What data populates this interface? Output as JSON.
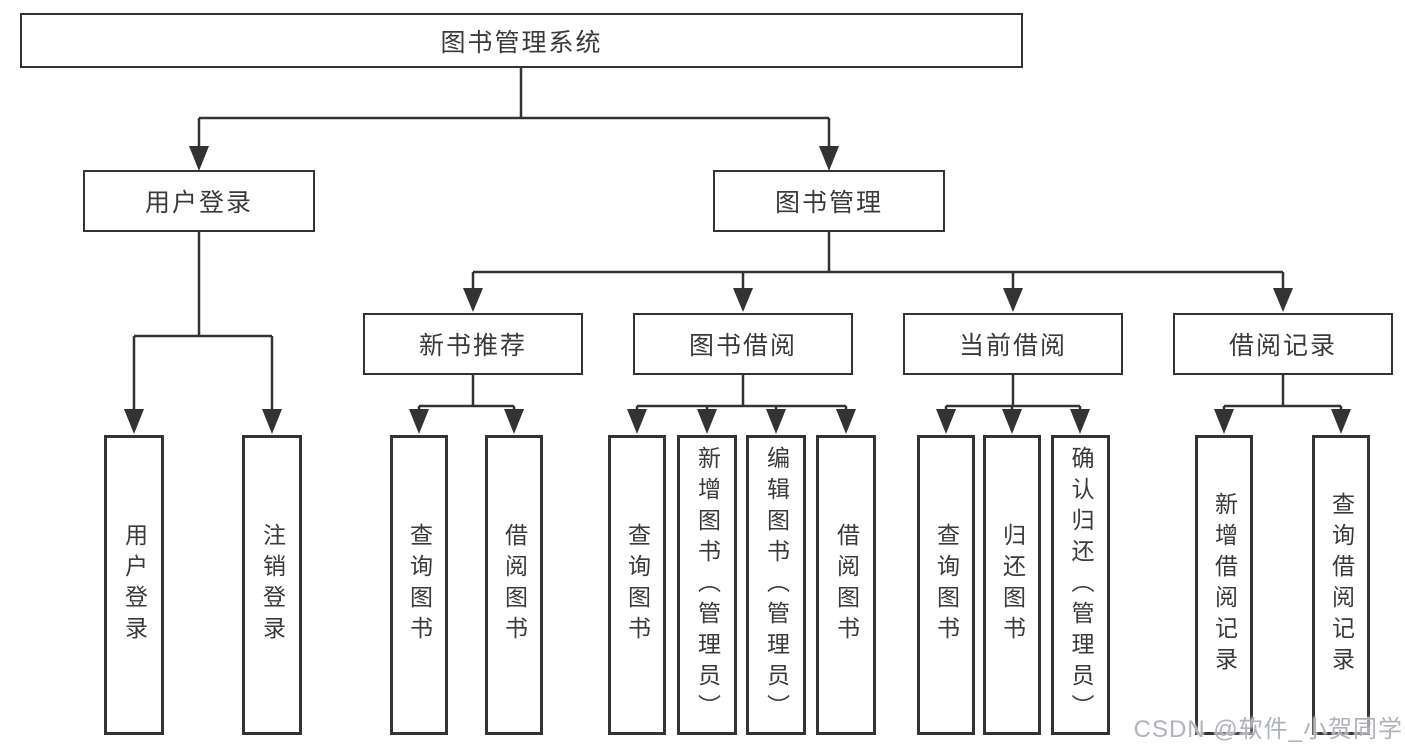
{
  "diagram": {
    "title": "图书管理系统",
    "watermark": "CSDN @软件_小贺同学",
    "colors": {
      "line": "#333333",
      "text": "#3a3a3a",
      "box_background": "#ffffff",
      "watermark": "#a8adb3"
    },
    "root": {
      "label": "图书管理系统"
    },
    "level2": [
      {
        "id": "user-login-group",
        "label": "用户登录",
        "parent": "图书管理系统"
      },
      {
        "id": "book-management",
        "label": "图书管理",
        "parent": "图书管理系统"
      }
    ],
    "level3": [
      {
        "id": "new-book-recommend",
        "label": "新书推荐",
        "parent": "图书管理"
      },
      {
        "id": "book-borrowing",
        "label": "图书借阅",
        "parent": "图书管理"
      },
      {
        "id": "current-borrowing",
        "label": "当前借阅",
        "parent": "图书管理"
      },
      {
        "id": "borrowing-records",
        "label": "借阅记录",
        "parent": "图书管理"
      }
    ],
    "leaves": [
      {
        "id": "leaf-user-login",
        "label": "用户登录",
        "parent": "用户登录"
      },
      {
        "id": "leaf-logout",
        "label": "注销登录",
        "parent": "用户登录"
      },
      {
        "id": "leaf-query-books-recommend",
        "label": "查询图书",
        "parent": "新书推荐"
      },
      {
        "id": "leaf-borrow-books-recommend",
        "label": "借阅图书",
        "parent": "新书推荐"
      },
      {
        "id": "leaf-query-books-borrowing",
        "label": "查询图书",
        "parent": "图书借阅"
      },
      {
        "id": "leaf-add-book-admin",
        "label": "新增图书（管理员）",
        "parent": "图书借阅"
      },
      {
        "id": "leaf-edit-book-admin",
        "label": "编辑图书（管理员）",
        "parent": "图书借阅"
      },
      {
        "id": "leaf-borrow-books-borrowing",
        "label": "借阅图书",
        "parent": "图书借阅"
      },
      {
        "id": "leaf-query-books-current",
        "label": "查询图书",
        "parent": "当前借阅"
      },
      {
        "id": "leaf-return-books",
        "label": "归还图书",
        "parent": "当前借阅"
      },
      {
        "id": "leaf-confirm-return-admin",
        "label": "确认归还（管理员）",
        "parent": "当前借阅"
      },
      {
        "id": "leaf-add-borrow-record",
        "label": "新增借阅记录",
        "parent": "借阅记录"
      },
      {
        "id": "leaf-query-borrow-record",
        "label": "查询借阅记录",
        "parent": "借阅记录"
      }
    ]
  }
}
